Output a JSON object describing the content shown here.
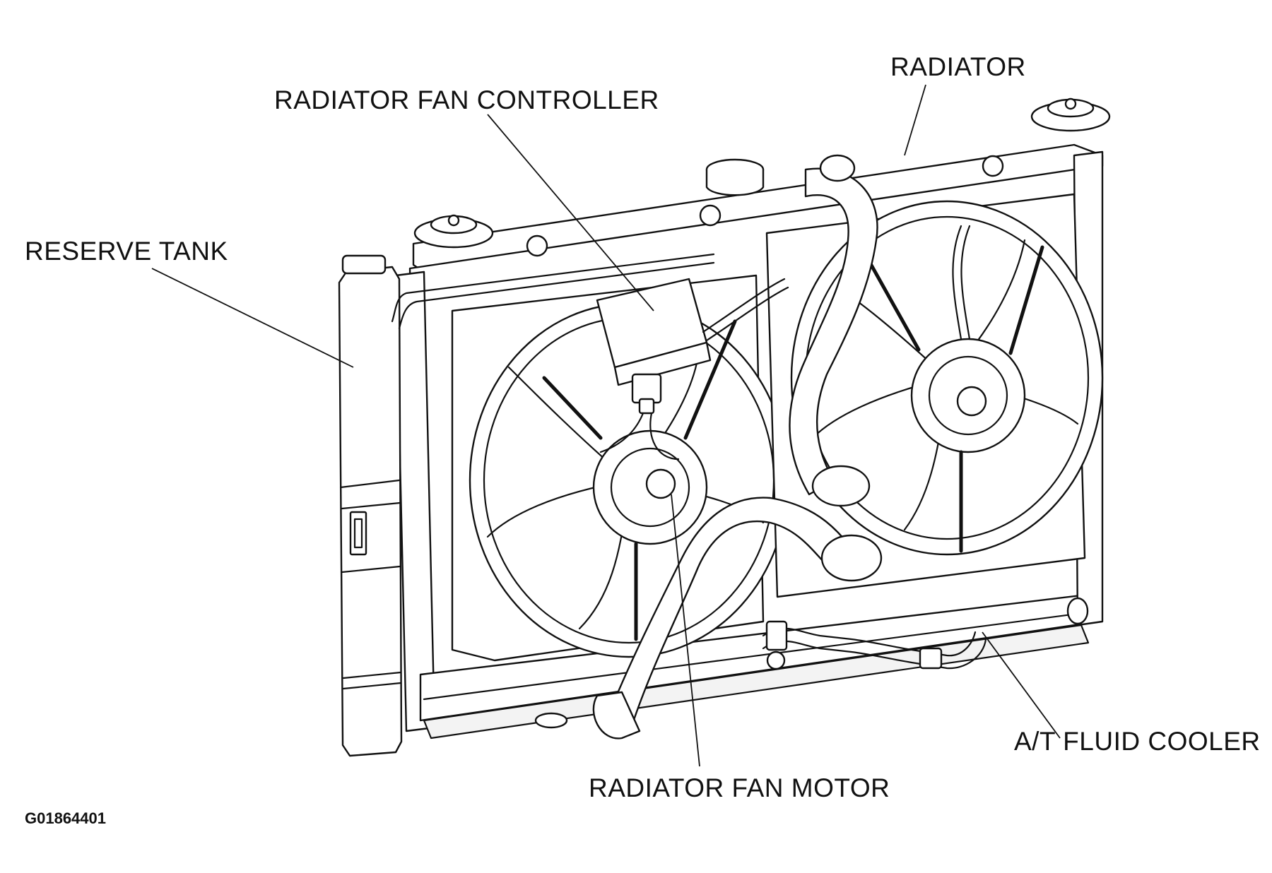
{
  "labels": {
    "radiator": "RADIATOR",
    "radiator_fan_controller": "RADIATOR FAN CONTROLLER",
    "reserve_tank": "RESERVE TANK",
    "at_fluid_cooler": "A/T FLUID COOLER",
    "radiator_fan_motor": "RADIATOR FAN MOTOR"
  },
  "figure_id": "G01864401"
}
